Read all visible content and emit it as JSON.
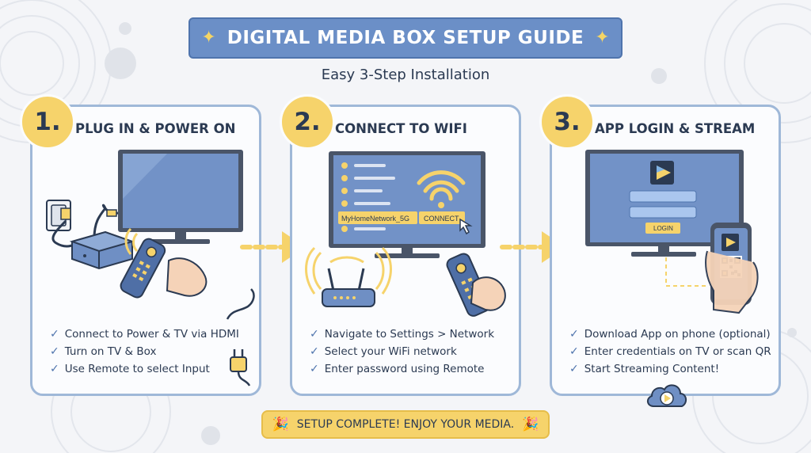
{
  "header": {
    "title": "DIGITAL MEDIA BOX SETUP GUIDE",
    "subtitle": "Easy 3-Step Installation",
    "sparkle": "✦"
  },
  "steps": [
    {
      "number": "1.",
      "title": "PLUG IN & POWER ON",
      "items": [
        "Connect to Power & TV via HDMI",
        "Turn on TV & Box",
        "Use Remote to select Input"
      ]
    },
    {
      "number": "2.",
      "title": "CONNECT TO WIFI",
      "items": [
        "Navigate to Settings > Network",
        "Select your WiFi network",
        "Enter password using Remote"
      ],
      "network_name": "MyHomeNetwork_5G",
      "connect_label": "CONNECT"
    },
    {
      "number": "3.",
      "title": "APP LOGIN & STREAM",
      "items": [
        "Download App on phone (optional)",
        "Enter credentials on TV or scan QR",
        "Start Streaming Content!"
      ],
      "login_label": "LOGIN"
    }
  ],
  "footer": {
    "text": "SETUP COMPLETE! ENJOY YOUR MEDIA.",
    "popper": "🎉"
  },
  "colors": {
    "accent_blue": "#6b8fc7",
    "card_border": "#9fb8d8",
    "accent_yellow": "#f6d36b",
    "screen_blue": "#6f8fc4",
    "text_dark": "#2b3a52"
  },
  "icons": {
    "check": "✓"
  }
}
